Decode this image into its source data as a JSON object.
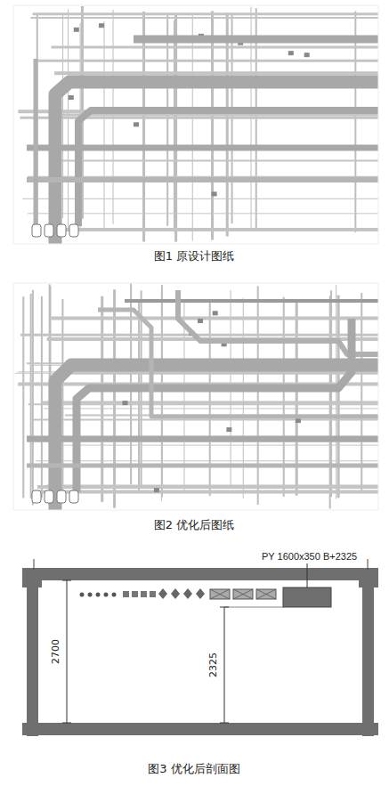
{
  "diagram": {
    "labels": [
      "图1 原设计图纸",
      "图2 优化后图纸",
      "PY 1600x350 B+2325",
      "2700",
      "2325",
      "图3 优化后剖面图"
    ]
  }
}
